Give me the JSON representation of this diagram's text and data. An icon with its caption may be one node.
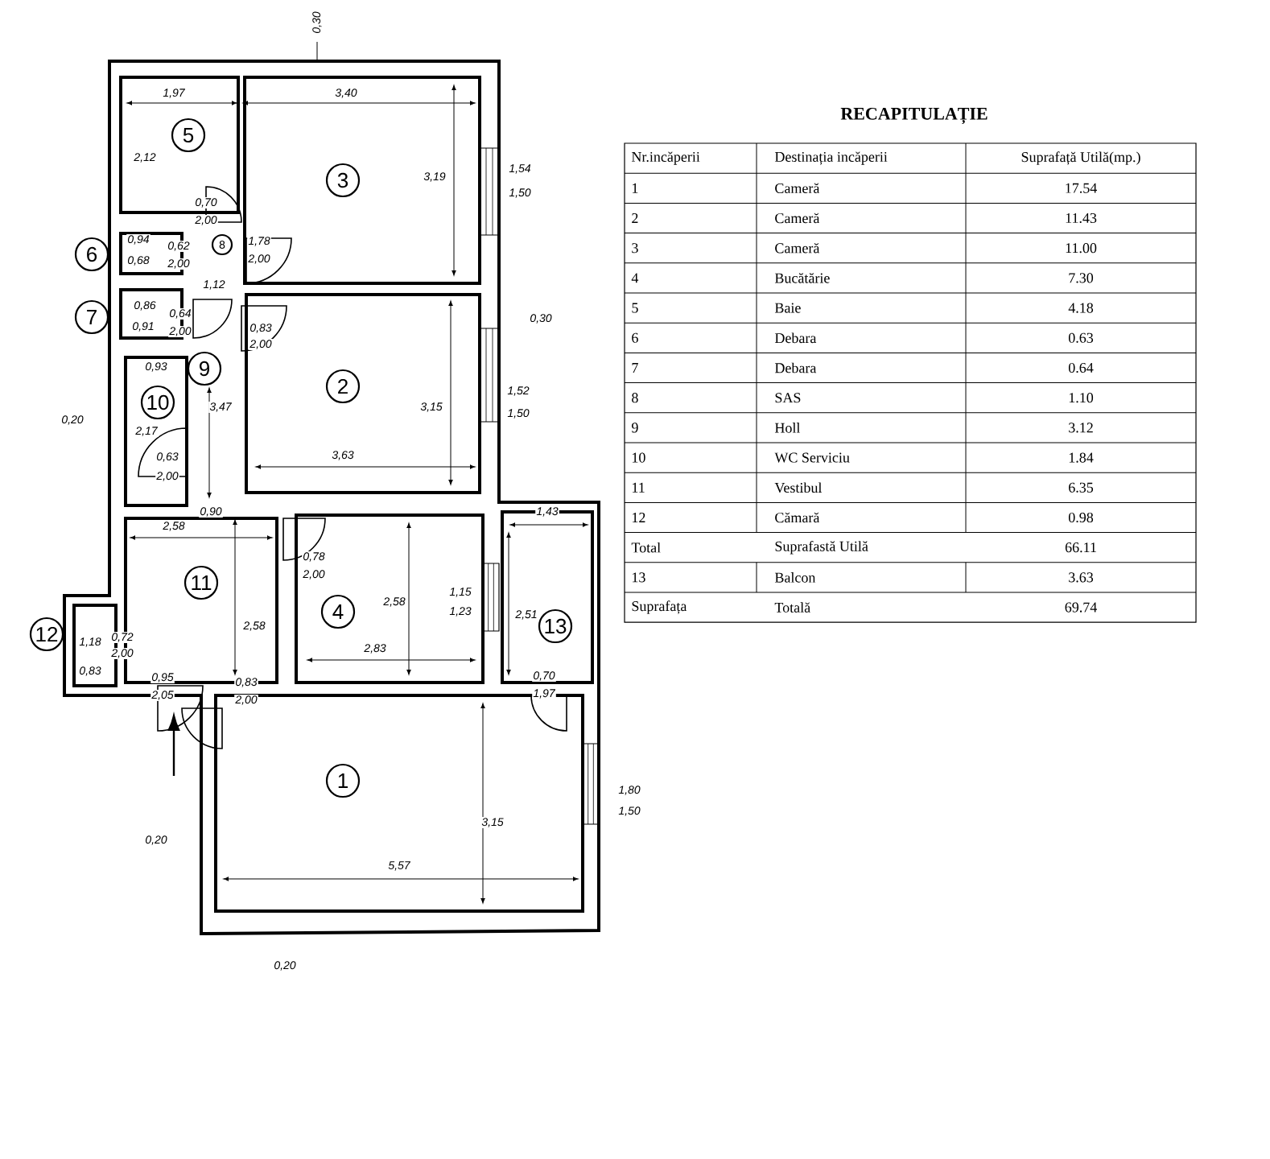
{
  "diagram": {
    "title": "RECAPITULAȚIE",
    "nodes": [
      {
        "text": [
          "5"
        ]
      },
      {
        "text": [
          "3"
        ]
      },
      {
        "text": [
          "8"
        ]
      },
      {
        "text": [
          "6"
        ]
      },
      {
        "text": [
          "7"
        ]
      },
      {
        "text": [
          "9"
        ]
      },
      {
        "text": [
          "2"
        ]
      },
      {
        "text": [
          "10"
        ]
      },
      {
        "text": [
          "11"
        ]
      },
      {
        "text": [
          "4"
        ]
      },
      {
        "text": [
          "13"
        ]
      },
      {
        "text": [
          "12"
        ]
      },
      {
        "text": [
          "1"
        ]
      }
    ],
    "labels": [
      "0,30",
      "1,97",
      "3,40",
      "2,12",
      "3,19",
      "1,54",
      "1,50",
      "0,70",
      "2,00",
      "0,94",
      "0,68",
      "0,62",
      "2,00",
      "1,78",
      "2,00",
      "1,12",
      "0,86",
      "0,91",
      "0,64",
      "2,00",
      "0,83",
      "2,00",
      "0,30",
      "0,93",
      "2,17",
      "0,63",
      "2,00",
      "0,20",
      "3,47",
      "3,15",
      "1,52",
      "1,50",
      "3,63",
      "0,90",
      "2,58",
      "0,78",
      "2,00",
      "2,58",
      "2,58",
      "1,15",
      "1,23",
      "1,43",
      "2,51",
      "2,83",
      "1,18",
      "0,83",
      "0,72",
      "2,00",
      "0,95",
      "2,05",
      "0,83",
      "2,00",
      "0,70",
      "1,97",
      "1,80",
      "1,50",
      "0,20",
      "3,15",
      "5,57",
      "0,20",
      "Nr.incăperii",
      "Destinația incăperii",
      "Suprafață Utilă(mp.)",
      "1",
      "Cameră",
      "17.54",
      "2",
      "Cameră",
      "11.43",
      "3",
      "Cameră",
      "11.00",
      "4",
      "Bucătărie",
      "7.30",
      "5",
      "Baie",
      "4.18",
      "6",
      "Debara",
      "0.63",
      "7",
      "Debara",
      "0.64",
      "8",
      "SAS",
      "1.10",
      "9",
      "Holl",
      "3.12",
      "10",
      "WC Serviciu",
      "1.84",
      "11",
      "Vestibul",
      "6.35",
      "12",
      "Cămară",
      "0.98",
      "Total",
      "Suprafastă Utilă",
      "66.11",
      "13",
      "Balcon",
      "3.63",
      "Suprafața",
      "Totală",
      "69.74"
    ]
  }
}
